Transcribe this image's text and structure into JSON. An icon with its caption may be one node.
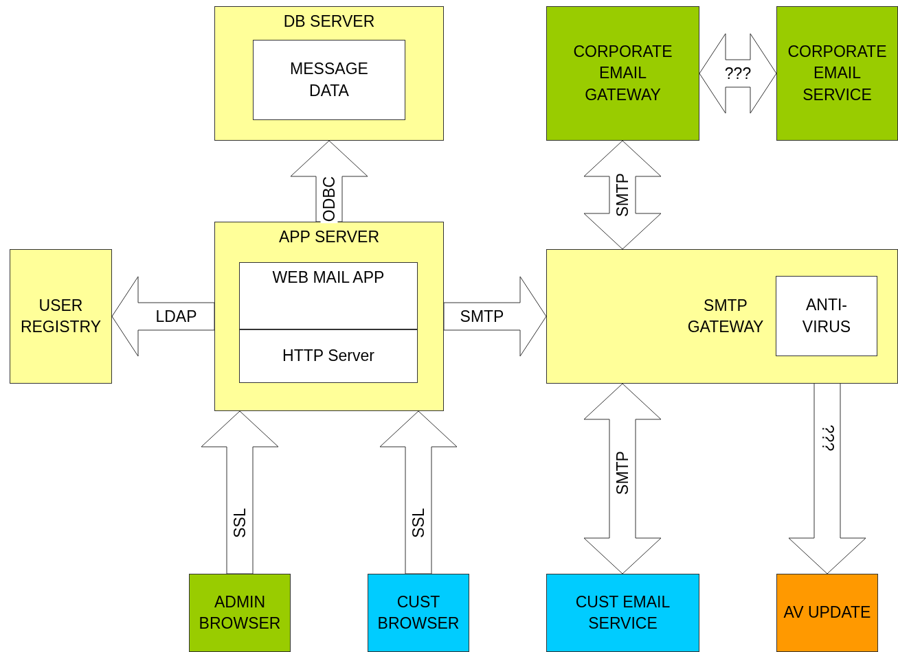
{
  "diagram": {
    "nodes": [
      {
        "text": [
          "DB SERVER"
        ]
      },
      {
        "text": [
          "MESSAGE DATA"
        ],
        "in": 0
      },
      {
        "text": [
          "CORPORATE EMAIL GATEWAY"
        ]
      },
      {
        "text": [
          "CORPORATE EMAIL SERVICE"
        ]
      },
      {
        "text": [
          "USER REGISTRY"
        ]
      },
      {
        "text": [
          "APP SERVER"
        ]
      },
      {
        "text": [
          "WEB MAIL APP"
        ],
        "in": 5
      },
      {
        "text": [
          "HTTP Server"
        ],
        "in": 5
      },
      {
        "text": [
          "SMTP GATEWAY"
        ]
      },
      {
        "text": [
          "ANTI-VIRUS"
        ],
        "in": 8
      },
      {
        "text": [
          "ADMIN BROWSER"
        ]
      },
      {
        "text": [
          "CUST BROWSER"
        ]
      },
      {
        "text": [
          "CUST EMAIL SERVICE"
        ]
      },
      {
        "text": [
          "AV UPDATE"
        ]
      }
    ],
    "edges": [
      {
        "from": 5,
        "to": 0,
        "arrow": "to",
        "label": "ODBC"
      },
      {
        "from": 2,
        "to": 3,
        "arrow": "both",
        "label": "???"
      },
      {
        "from": 2,
        "to": 8,
        "arrow": "both",
        "label": "SMTP"
      },
      {
        "from": 5,
        "to": 4,
        "arrow": "to",
        "label": "LDAP"
      },
      {
        "from": 5,
        "to": 8,
        "arrow": "to",
        "label": "SMTP"
      },
      {
        "from": 10,
        "to": 5,
        "arrow": "to",
        "label": "SSL"
      },
      {
        "from": 11,
        "to": 5,
        "arrow": "to",
        "label": "SSL"
      },
      {
        "from": 8,
        "to": 12,
        "arrow": "both",
        "label": "SMTP"
      },
      {
        "from": 9,
        "to": 13,
        "arrow": "to",
        "label": "???"
      }
    ]
  }
}
